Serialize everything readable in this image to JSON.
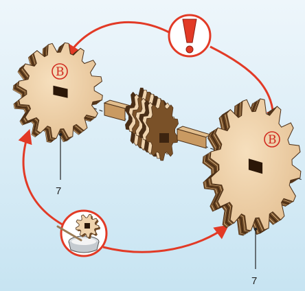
{
  "background": {
    "top": "#eef6fb",
    "bottom": "#c7e4f2"
  },
  "colors": {
    "arrow": "#e23a26",
    "wood_light": "#efd3ad",
    "wood_mid": "#d9b07c",
    "wood_dark": "#7a5128",
    "wood_edge": "#4a2e16",
    "marker": "#d12a1f",
    "warning_bg": "#ffffff"
  },
  "labels": {
    "left_gear_part": "7",
    "right_gear_part": "7",
    "left_gear_mark": "B",
    "right_gear_mark": "B"
  },
  "icons": {
    "warning": "exclamation-icon",
    "glue": "glue-bowl-icon"
  }
}
